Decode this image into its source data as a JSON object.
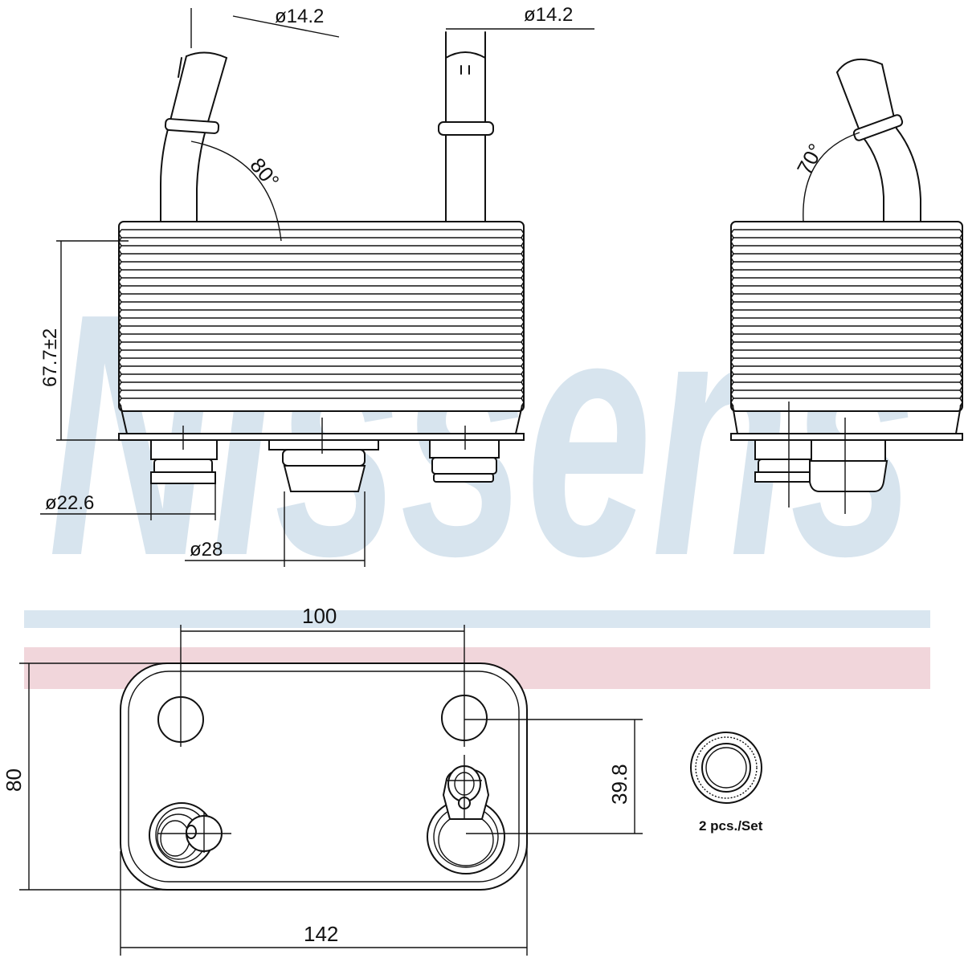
{
  "watermark": {
    "brand": "Nissens",
    "registered_mark": "®"
  },
  "colors": {
    "watermark": "#d7e4ee",
    "blue_stripe": "#d9e6f0",
    "red_stripe": "#f1d6db",
    "line": "#111111"
  },
  "dimensions": {
    "pipe_left_diameter": "ø14.2",
    "pipe_right_diameter": "ø14.2",
    "bend_angle_front": "80°",
    "bend_angle_side": "70°",
    "body_height": "67.7±2",
    "port_small_diameter": "ø22.6",
    "port_large_diameter": "ø28",
    "hole_spacing": "100",
    "hole_to_port_offset": "39.8",
    "overall_width": "80",
    "overall_length": "142"
  },
  "seal": {
    "note": "2 pcs./Set"
  }
}
